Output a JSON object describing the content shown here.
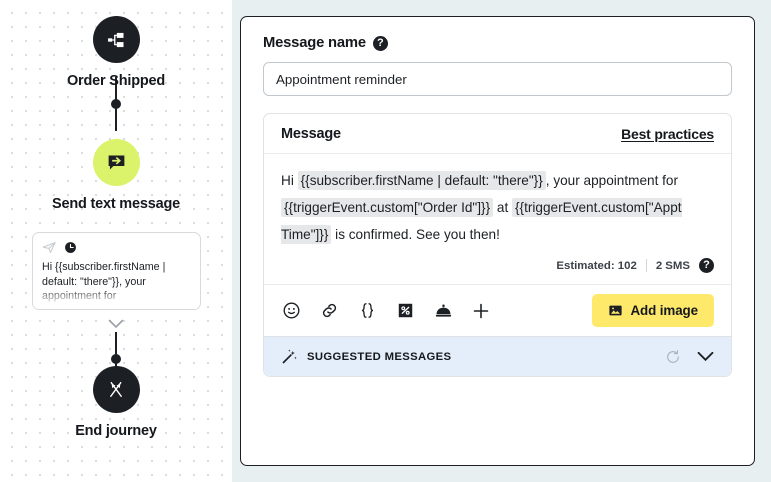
{
  "canvas": {
    "nodes": [
      {
        "id": "order-shipped",
        "label": "Order Shipped",
        "icon": "sitemap-icon",
        "style": "dark"
      },
      {
        "id": "send-text-message",
        "label": "Send text message",
        "icon": "message-send-icon",
        "style": "lime"
      },
      {
        "id": "end-journey",
        "label": "End journey",
        "icon": "checkered-flags-icon",
        "style": "dark"
      }
    ],
    "message_preview": {
      "icons": [
        "send-plane-icon",
        "clock-icon"
      ],
      "text": "Hi {{subscriber.firstName | default: \"there\"}}, your appointment for"
    },
    "expand_chevron": "chevron-down-icon"
  },
  "panel": {
    "message_name": {
      "label": "Message name",
      "help_icon": "help-icon",
      "value": "Appointment reminder",
      "placeholder": "Message name"
    },
    "message_section": {
      "title": "Message",
      "best_practices_link": "Best practices",
      "body": {
        "segments": [
          {
            "type": "text",
            "value": "Hi "
          },
          {
            "type": "token",
            "value": "{{subscriber.firstName | default: \"there\"}}"
          },
          {
            "type": "text",
            "value": ", your appointment for "
          },
          {
            "type": "token",
            "value": "{{triggerEvent.custom[\"Order Id\"]}}"
          },
          {
            "type": "text",
            "value": " at "
          },
          {
            "type": "token",
            "value": "{{triggerEvent.custom[\"Appt Time\"]}}"
          },
          {
            "type": "text",
            "value": " is confirmed. See you then!"
          }
        ]
      },
      "meta": {
        "estimated": "Estimated: 102",
        "sms_count": "2 SMS",
        "help_icon": "help-icon"
      },
      "toolbar": {
        "icons": [
          {
            "name": "emoji-icon",
            "title": "Emoji"
          },
          {
            "name": "link-icon",
            "title": "Insert link"
          },
          {
            "name": "liquid-braces-icon",
            "title": "Insert variable"
          },
          {
            "name": "coupon-icon",
            "title": "Coupon"
          },
          {
            "name": "service-bell-icon",
            "title": "Service bell"
          },
          {
            "name": "plus-icon",
            "title": "More"
          }
        ],
        "add_image_label": "Add image",
        "add_image_icon": "image-icon",
        "add_image_color": "#ffe96b"
      },
      "suggested": {
        "label": "SUGGESTED MESSAGES",
        "wand_icon": "magic-wand-icon",
        "refresh_icon": "refresh-icon",
        "chevron_icon": "chevron-down-icon",
        "background_color": "#e4edfa"
      }
    }
  }
}
